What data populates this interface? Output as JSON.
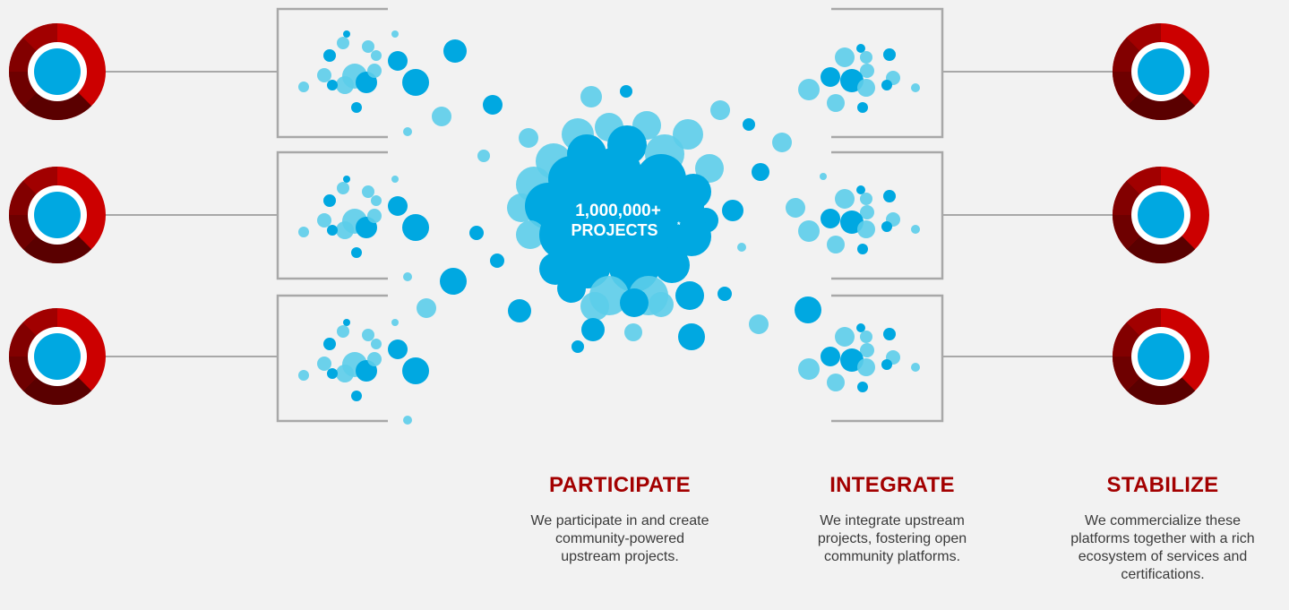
{
  "hub": {
    "count_label": "1,000,000+",
    "projects_label": "PROJECTS",
    "footnote_mark": "*"
  },
  "columns": [
    {
      "title": "PARTICIPATE",
      "lines": [
        "We participate in and create",
        "community-powered",
        "upstream projects."
      ]
    },
    {
      "title": "INTEGRATE",
      "lines": [
        "We integrate upstream",
        "projects, fostering open",
        "community platforms."
      ]
    },
    {
      "title": "STABILIZE",
      "lines": [
        "We commercialize these",
        "platforms together with a rich",
        "ecosystem of services and",
        "certifications."
      ]
    }
  ],
  "colors": {
    "accent_red": "#a30000",
    "ring_red": "#cc0000",
    "ring_dark": "#820000",
    "ring_darker": "#5a0000",
    "blue_dark": "#00a8e1",
    "blue_light": "#5ccdea",
    "line_gray": "#a8a8a8",
    "text_gray": "#3a3a3a"
  },
  "icons": {
    "side_node": "red-ring-node-icon",
    "hub": "bubble-cloud-icon"
  }
}
